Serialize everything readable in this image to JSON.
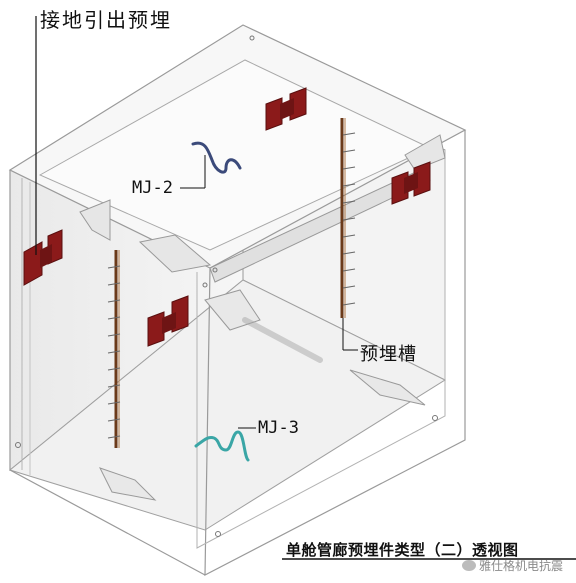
{
  "labels": {
    "grounding": "接地引出预埋",
    "mj2": "MJ-2",
    "groove": "预埋槽",
    "mj3": "MJ-3"
  },
  "caption": "单舱管廊预埋件类型（二）透视图",
  "watermark": "雅仕格机电抗震",
  "icons": {
    "embedded_plate": "embedded-plate-icon",
    "mj2_bar": "wavy-rebar-icon",
    "mj3_bar": "wavy-rebar-icon",
    "watermark": "wechat-icon"
  },
  "colors": {
    "plate": "#8b1a1a",
    "plate_dark": "#5a0f0f",
    "mj2": "#3b4a7a",
    "mj3": "#3aa6a6",
    "channel": "#6b3a1a",
    "outline": "#8c8c8c"
  }
}
